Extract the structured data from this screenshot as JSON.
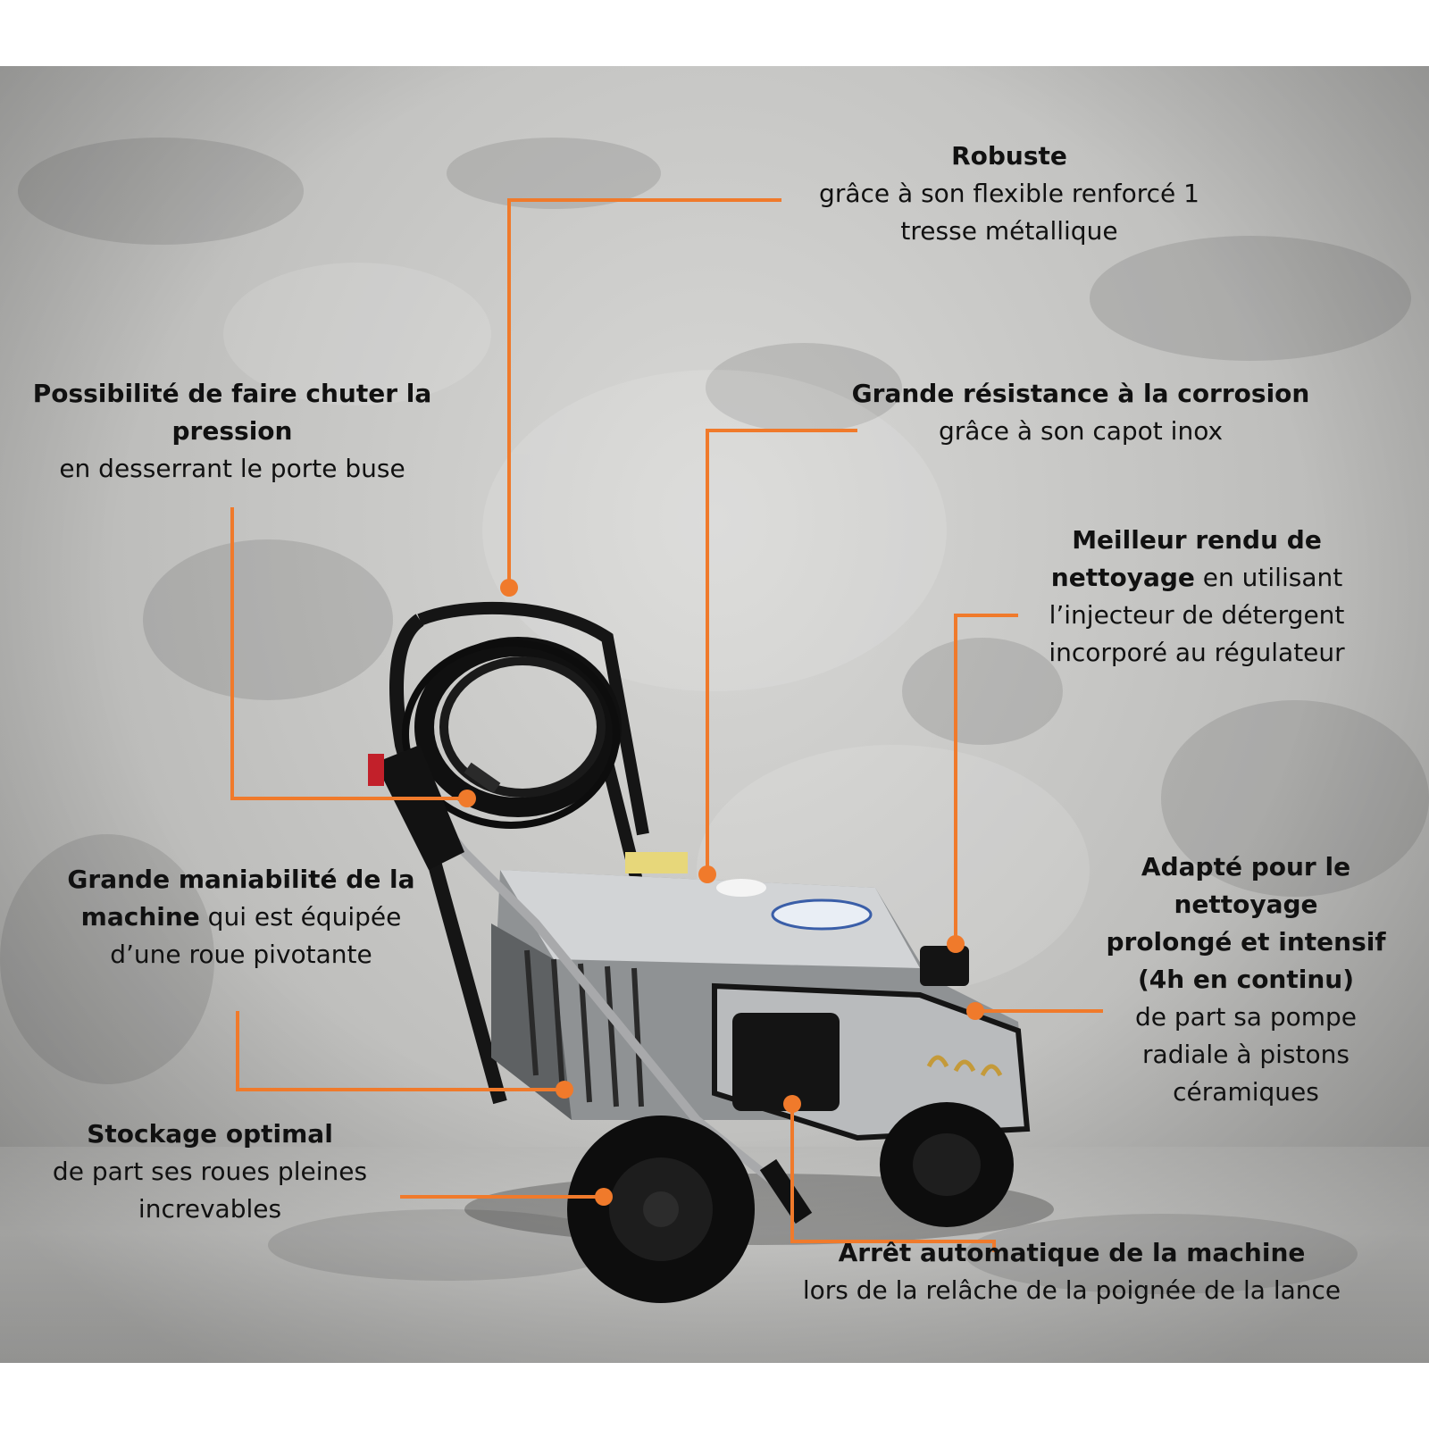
{
  "colors": {
    "accent": "#f07a2b",
    "text": "#111111",
    "background": "#c6c6c4"
  },
  "callouts": {
    "robuste": {
      "title": "Robuste",
      "line1": "grâce à son flexible renforcé 1",
      "line2": "tresse métallique"
    },
    "pression": {
      "title1": "Possibilité de faire chuter la",
      "title2": "pression",
      "line1": "en desserrant le porte buse"
    },
    "corrosion": {
      "title": "Grande résistance à la corrosion",
      "line1": "grâce à son capot inox"
    },
    "nettoyage": {
      "title1": "Meilleur rendu de",
      "title2": "nettoyage",
      "text2": " en utilisant",
      "line3": "l’injecteur de détergent",
      "line4": "incorporé au régulateur"
    },
    "maniabilite": {
      "title1": "Grande maniabilité de la",
      "title2": "machine",
      "text2": " qui est équipée",
      "line3": "d’une roue pivotante"
    },
    "adapte": {
      "title1": "Adapté pour le",
      "title2": "nettoyage",
      "title3": "prolongé et intensif",
      "title4": "(4h en continu)",
      "line1": "de part sa pompe",
      "line2": "radiale à pistons",
      "line3": "céramiques"
    },
    "stockage": {
      "title": "Stockage optimal",
      "line1": "de part ses roues pleines",
      "line2": "increvables"
    },
    "arret": {
      "title": "Arrêt automatique de la machine",
      "line1": "lors de la relâche de la poignée de la lance"
    }
  },
  "product": {
    "icon": "pressure-washer-illustration"
  }
}
